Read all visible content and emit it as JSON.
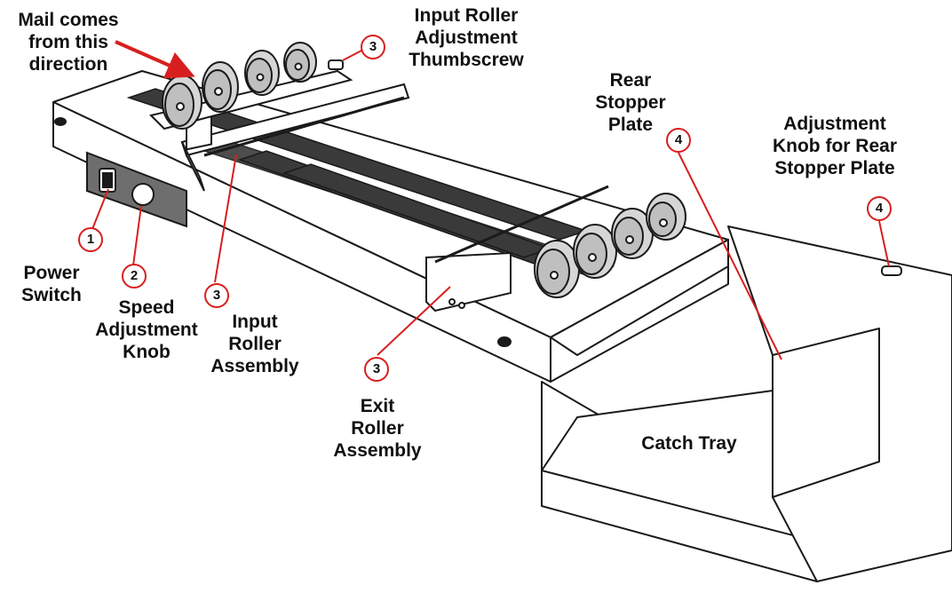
{
  "labels": {
    "mail": [
      "Mail comes",
      "from this",
      "direction"
    ],
    "input_adjust": [
      "Input Roller",
      "Adjustment",
      "Thumbscrew"
    ],
    "rear_stopper": [
      "Rear",
      "Stopper",
      "Plate"
    ],
    "knob_rear": [
      "Adjustment",
      "Knob for Rear",
      "Stopper Plate"
    ],
    "power": [
      "Power",
      "Switch"
    ],
    "speed": [
      "Speed",
      "Adjustment",
      "Knob"
    ],
    "input_assembly": [
      "Input",
      "Roller",
      "Assembly"
    ],
    "exit_assembly": [
      "Exit",
      "Roller",
      "Assembly"
    ],
    "catch_tray": "Catch Tray"
  },
  "callouts": {
    "power": "1",
    "speed": "2",
    "input_adjust": "3",
    "input_assembly": "3",
    "exit_assembly": "3",
    "rear_stopper": "4",
    "knob_rear": "4"
  },
  "colors": {
    "callout": "#d81f1f",
    "outline": "#1a1a1a",
    "belt": "#3a3a3a",
    "panel": "#6e6e6e",
    "body": "#ffffff"
  }
}
